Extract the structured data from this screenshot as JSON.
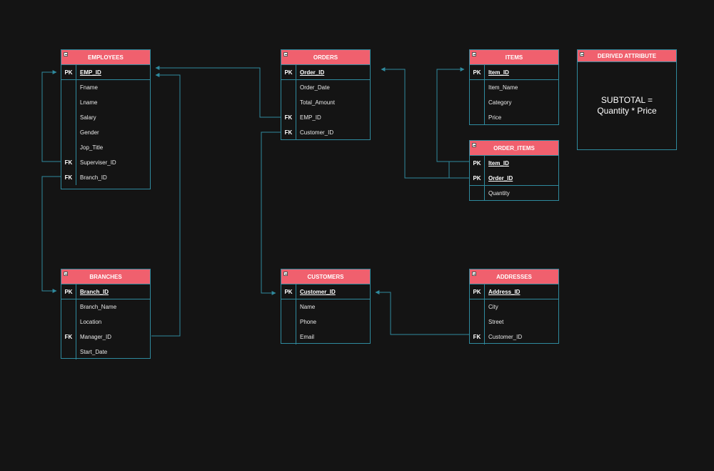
{
  "entities": {
    "employees": {
      "title": "EMPLOYEES",
      "rows": [
        {
          "key": "PK",
          "attr": "EMP_ID"
        },
        {
          "key": "",
          "attr": "Fname"
        },
        {
          "key": "",
          "attr": "Lname"
        },
        {
          "key": "",
          "attr": "Salary"
        },
        {
          "key": "",
          "attr": "Gender"
        },
        {
          "key": "",
          "attr": "Jop_Title"
        },
        {
          "key": "FK",
          "attr": "Superviser_ID"
        },
        {
          "key": "FK",
          "attr": "Branch_ID"
        }
      ]
    },
    "orders": {
      "title": "ORDERS",
      "rows": [
        {
          "key": "PK",
          "attr": "Order_ID"
        },
        {
          "key": "",
          "attr": "Order_Date"
        },
        {
          "key": "",
          "attr": "Total_Amount"
        },
        {
          "key": "FK",
          "attr": "EMP_ID"
        },
        {
          "key": "FK",
          "attr": "Customer_ID"
        }
      ]
    },
    "items": {
      "title": "ITEMS",
      "rows": [
        {
          "key": "PK",
          "attr": "Item_ID"
        },
        {
          "key": "",
          "attr": "Item_Name"
        },
        {
          "key": "",
          "attr": "Category"
        },
        {
          "key": "",
          "attr": "Price"
        }
      ]
    },
    "order_items": {
      "title": "ORDER_ITEMS",
      "rows": [
        {
          "key": "PK",
          "attr": "Item_ID"
        },
        {
          "key": "PK",
          "attr": "Order_ID"
        },
        {
          "key": "",
          "attr": "Quantity"
        }
      ]
    },
    "branches": {
      "title": "BRANCHES",
      "rows": [
        {
          "key": "PK",
          "attr": "Branch_ID"
        },
        {
          "key": "",
          "attr": "Branch_Name"
        },
        {
          "key": "",
          "attr": "Location"
        },
        {
          "key": "FK",
          "attr": "Manager_ID"
        },
        {
          "key": "",
          "attr": "Start_Date"
        }
      ]
    },
    "customers": {
      "title": "CUSTOMERS",
      "rows": [
        {
          "key": "PK",
          "attr": "Customer_ID"
        },
        {
          "key": "",
          "attr": "Name"
        },
        {
          "key": "",
          "attr": "Phone"
        },
        {
          "key": "",
          "attr": "Email"
        }
      ]
    },
    "addresses": {
      "title": "ADDRESSES",
      "rows": [
        {
          "key": "PK",
          "attr": "Address_ID"
        },
        {
          "key": "",
          "attr": "City"
        },
        {
          "key": "",
          "attr": "Street"
        },
        {
          "key": "FK",
          "attr": "Customer_ID"
        }
      ]
    }
  },
  "derived": {
    "title": "DERIVED ATTRIBUTE",
    "line1": "SUBTOTAL =",
    "line2": "Quantity * Price"
  },
  "colors": {
    "header": "#f0606e",
    "border": "#2f8a9e",
    "background": "#141414"
  }
}
